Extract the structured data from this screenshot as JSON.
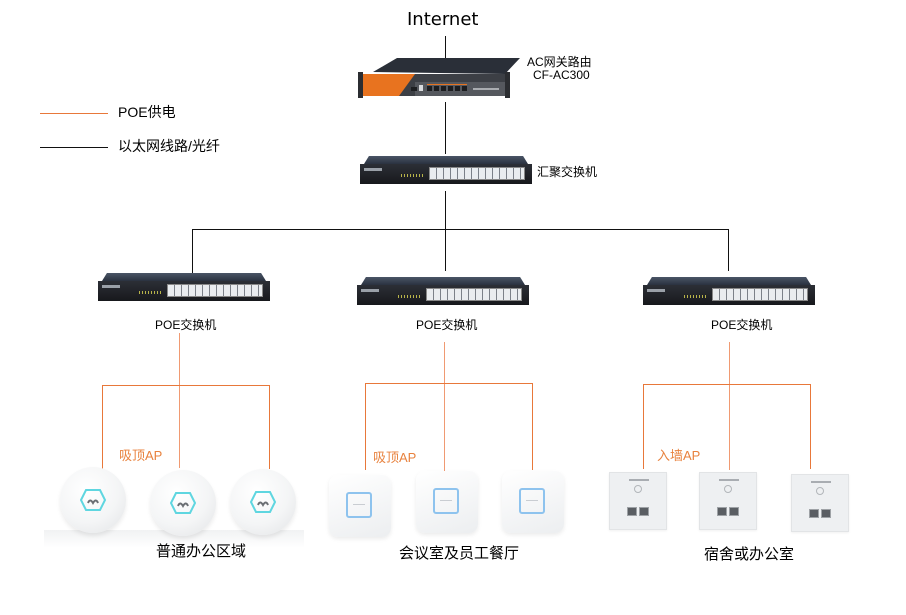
{
  "title": "Internet",
  "legend": {
    "items": [
      {
        "label": "POE供电",
        "line_color": "#e8783a"
      },
      {
        "label": "以太网线路/光纤",
        "line_color": "#111111"
      }
    ]
  },
  "core": {
    "router": {
      "name": "AC网关路由",
      "model": "CF-AC300"
    },
    "aggregation_switch": {
      "name": "汇聚交换机"
    }
  },
  "poe_switches": [
    {
      "name": "POE交换机"
    },
    {
      "name": "POE交换机"
    },
    {
      "name": "POE交换机"
    }
  ],
  "zones": [
    {
      "ap_type": "吸顶AP",
      "area": "普通办公区域",
      "device_style": "round-ceiling-ap",
      "count": 3
    },
    {
      "ap_type": "吸顶AP",
      "area": "会议室及员工餐厅",
      "device_style": "square-ceiling-ap",
      "count": 3
    },
    {
      "ap_type": "入墙AP",
      "area": "宿舍或办公室",
      "device_style": "in-wall-ap",
      "count": 3
    }
  ],
  "colors": {
    "poe": "#e8783a",
    "ethernet": "#111111",
    "ap_label": "#e8823e",
    "hex_accent": "#5fd6e0",
    "square_ring": "#8ec3ee"
  }
}
